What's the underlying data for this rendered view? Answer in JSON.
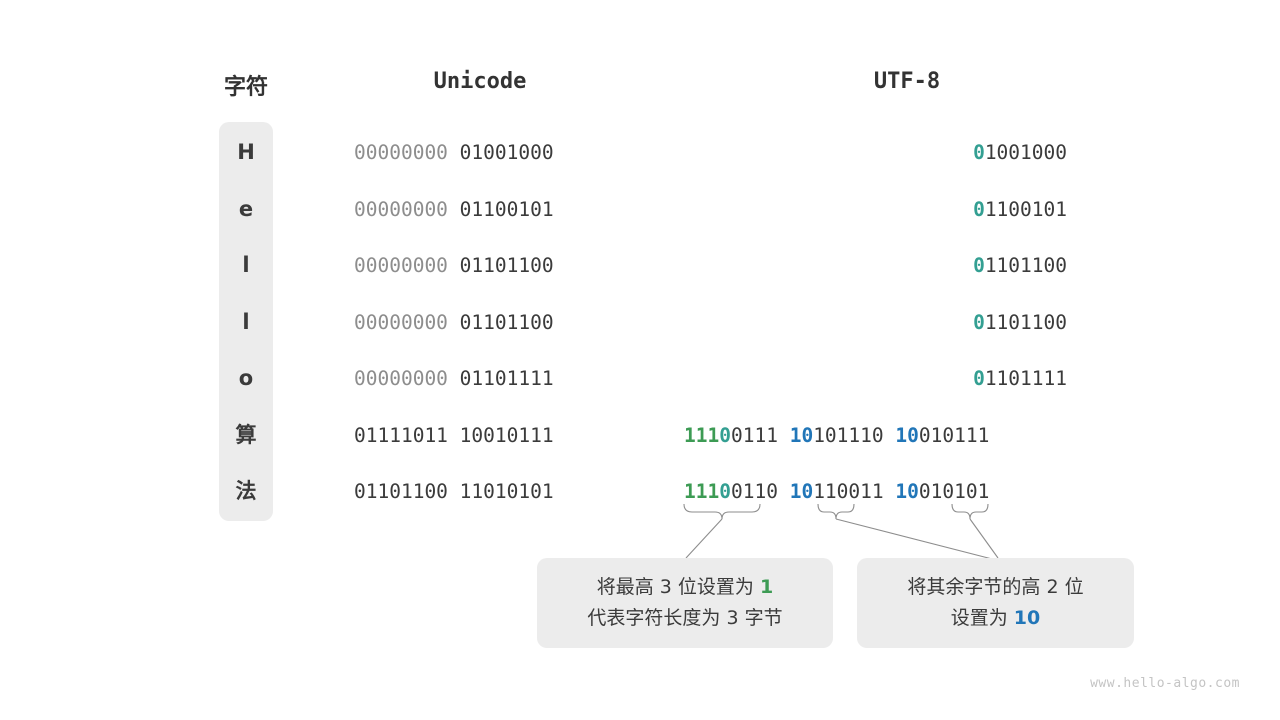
{
  "headers": {
    "char": "字符",
    "unicode": "Unicode",
    "utf8": "UTF-8"
  },
  "rows": [
    {
      "char": "H",
      "unicode_high": "00000000",
      "unicode_low": "01001000",
      "utf8_kind": "ascii",
      "utf8_lead": "0",
      "utf8_rest": "1001000"
    },
    {
      "char": "e",
      "unicode_high": "00000000",
      "unicode_low": "01100101",
      "utf8_kind": "ascii",
      "utf8_lead": "0",
      "utf8_rest": "1100101"
    },
    {
      "char": "l",
      "unicode_high": "00000000",
      "unicode_low": "01101100",
      "utf8_kind": "ascii",
      "utf8_lead": "0",
      "utf8_rest": "1101100"
    },
    {
      "char": "l",
      "unicode_high": "00000000",
      "unicode_low": "01101100",
      "utf8_kind": "ascii",
      "utf8_lead": "0",
      "utf8_rest": "1101100"
    },
    {
      "char": "o",
      "unicode_high": "00000000",
      "unicode_low": "01101111",
      "utf8_kind": "ascii",
      "utf8_lead": "0",
      "utf8_rest": "1101111"
    },
    {
      "char": "算",
      "unicode_high": "01111011",
      "unicode_low": "10010111",
      "utf8_kind": "multi",
      "b1_prefix": "111",
      "b1_zero": "0",
      "b1_rest": "0111",
      "b2_prefix": "10",
      "b2_rest": "101110",
      "b3_prefix": "10",
      "b3_rest": "010111"
    },
    {
      "char": "法",
      "unicode_high": "01101100",
      "unicode_low": "11010101",
      "utf8_kind": "multi",
      "b1_prefix": "111",
      "b1_zero": "0",
      "b1_rest": "0110",
      "b2_prefix": "10",
      "b2_rest": "110011",
      "b3_prefix": "10",
      "b3_rest": "010101"
    }
  ],
  "callouts": {
    "left": {
      "line1_a": "将最高 3 位设置为 ",
      "line1_hl": "1",
      "line2": "代表字符长度为 3 字节"
    },
    "right": {
      "line1": "将其余字节的高 2 位",
      "line2_a": "设置为 ",
      "line2_hl": "10"
    }
  },
  "watermark": "www.hello-algo.com",
  "colors": {
    "green": "#3d9b54",
    "teal": "#339f92",
    "blue": "#2176b8",
    "dim": "#8d8d8d",
    "dark": "#3b3b3b",
    "panel": "#ececec"
  }
}
